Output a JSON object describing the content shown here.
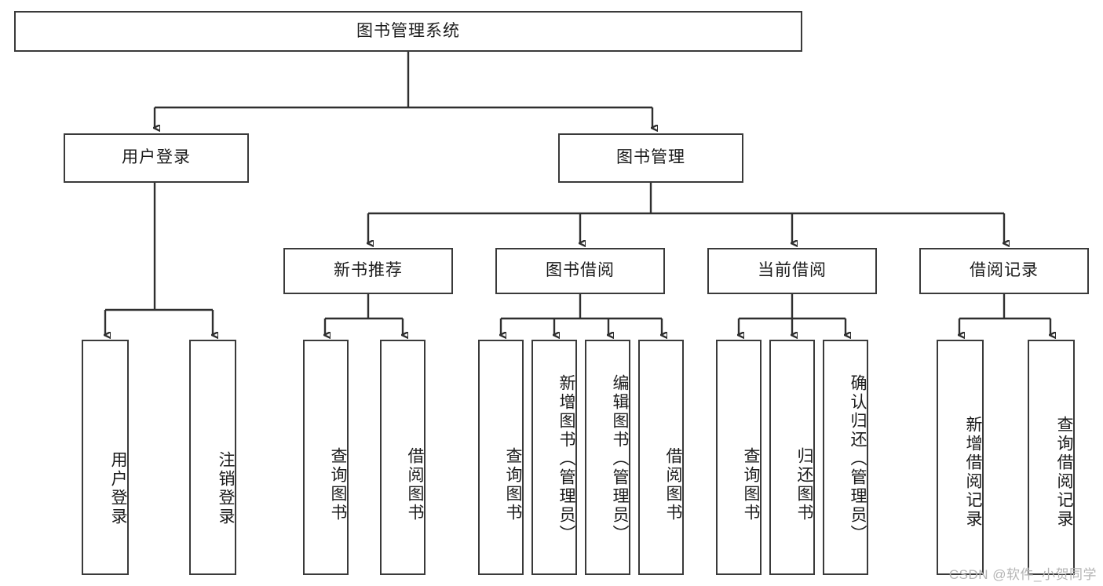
{
  "diagram": {
    "title": "图书管理系统",
    "type": "tree-hierarchy",
    "watermark": "CSDN @软件_小贺同学",
    "colors": {
      "box_border": "#3a3a3a",
      "line": "#2f2f2f",
      "background": "#ffffff",
      "text": "#1b1b1b",
      "watermark": "#b4b4b4"
    },
    "nodes": {
      "root": {
        "label": "图书管理系统",
        "orientation": "horizontal"
      },
      "level2": [
        {
          "id": "user-login",
          "label": "用户登录",
          "orientation": "horizontal"
        },
        {
          "id": "book-manage",
          "label": "图书管理",
          "orientation": "horizontal"
        }
      ],
      "level3": [
        {
          "id": "new-book-recommend",
          "label": "新书推荐",
          "orientation": "horizontal"
        },
        {
          "id": "book-borrow",
          "label": "图书借阅",
          "orientation": "horizontal"
        },
        {
          "id": "current-borrow",
          "label": "当前借阅",
          "orientation": "horizontal"
        },
        {
          "id": "borrow-record",
          "label": "借阅记录",
          "orientation": "horizontal"
        }
      ],
      "leaves": {
        "user-login": [
          {
            "id": "leaf-user-login",
            "label": "用户登录",
            "orientation": "vertical"
          },
          {
            "id": "leaf-user-logout",
            "label": "注销登录",
            "orientation": "vertical"
          }
        ],
        "new-book-recommend": [
          {
            "id": "leaf-query-book-1",
            "label": "查询图书",
            "orientation": "vertical"
          },
          {
            "id": "leaf-borrow-book-1",
            "label": "借阅图书",
            "orientation": "vertical"
          }
        ],
        "book-borrow": [
          {
            "id": "leaf-query-book-2",
            "label": "查询图书",
            "orientation": "vertical"
          },
          {
            "id": "leaf-add-book",
            "label": "新增图书（管理员）",
            "orientation": "vertical"
          },
          {
            "id": "leaf-edit-book",
            "label": "编辑图书（管理员）",
            "orientation": "vertical"
          },
          {
            "id": "leaf-borrow-book-2",
            "label": "借阅图书",
            "orientation": "vertical"
          }
        ],
        "current-borrow": [
          {
            "id": "leaf-query-book-3",
            "label": "查询图书",
            "orientation": "vertical"
          },
          {
            "id": "leaf-return-book",
            "label": "归还图书",
            "orientation": "vertical"
          },
          {
            "id": "leaf-confirm-return",
            "label": "确认归还（管理员）",
            "orientation": "vertical"
          }
        ],
        "borrow-record": [
          {
            "id": "leaf-add-record",
            "label": "新增借阅记录",
            "orientation": "vertical"
          },
          {
            "id": "leaf-query-record",
            "label": "查询借阅记录",
            "orientation": "vertical"
          }
        ]
      }
    }
  }
}
